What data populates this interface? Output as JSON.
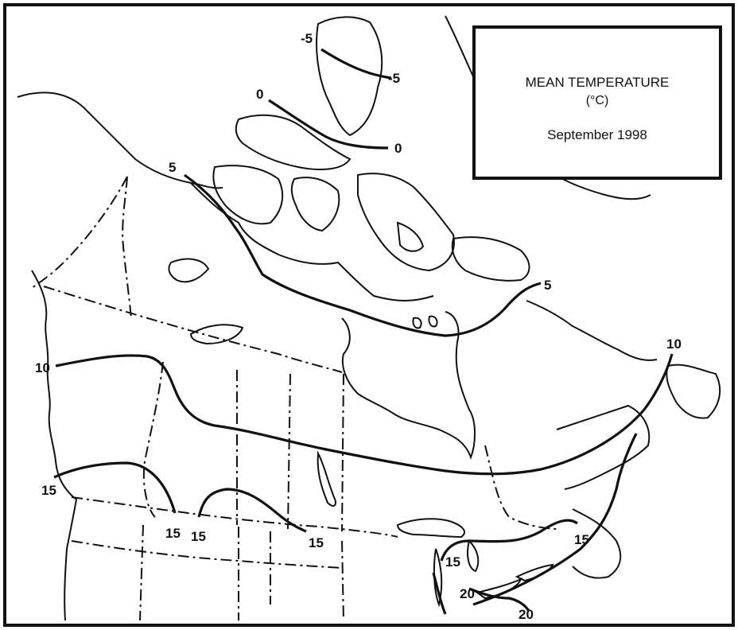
{
  "legend": {
    "title": "MEAN TEMPERATURE",
    "unit": "(°C)",
    "period": "September 1998"
  },
  "isotherm_labels": {
    "neg5_a": "-5",
    "neg5_b": "-5",
    "zero_a": "0",
    "zero_b": "0",
    "five_a": "5",
    "five_b": "5",
    "ten_a": "10",
    "ten_b": "10",
    "fifteen_a": "15",
    "fifteen_b": "15",
    "fifteen_c": "15",
    "fifteen_d": "15",
    "fifteen_e": "15",
    "fifteen_f": "15",
    "twenty_a": "20",
    "twenty_b": "20"
  },
  "colors": {
    "ink": "#111111",
    "background": "#ffffff"
  }
}
